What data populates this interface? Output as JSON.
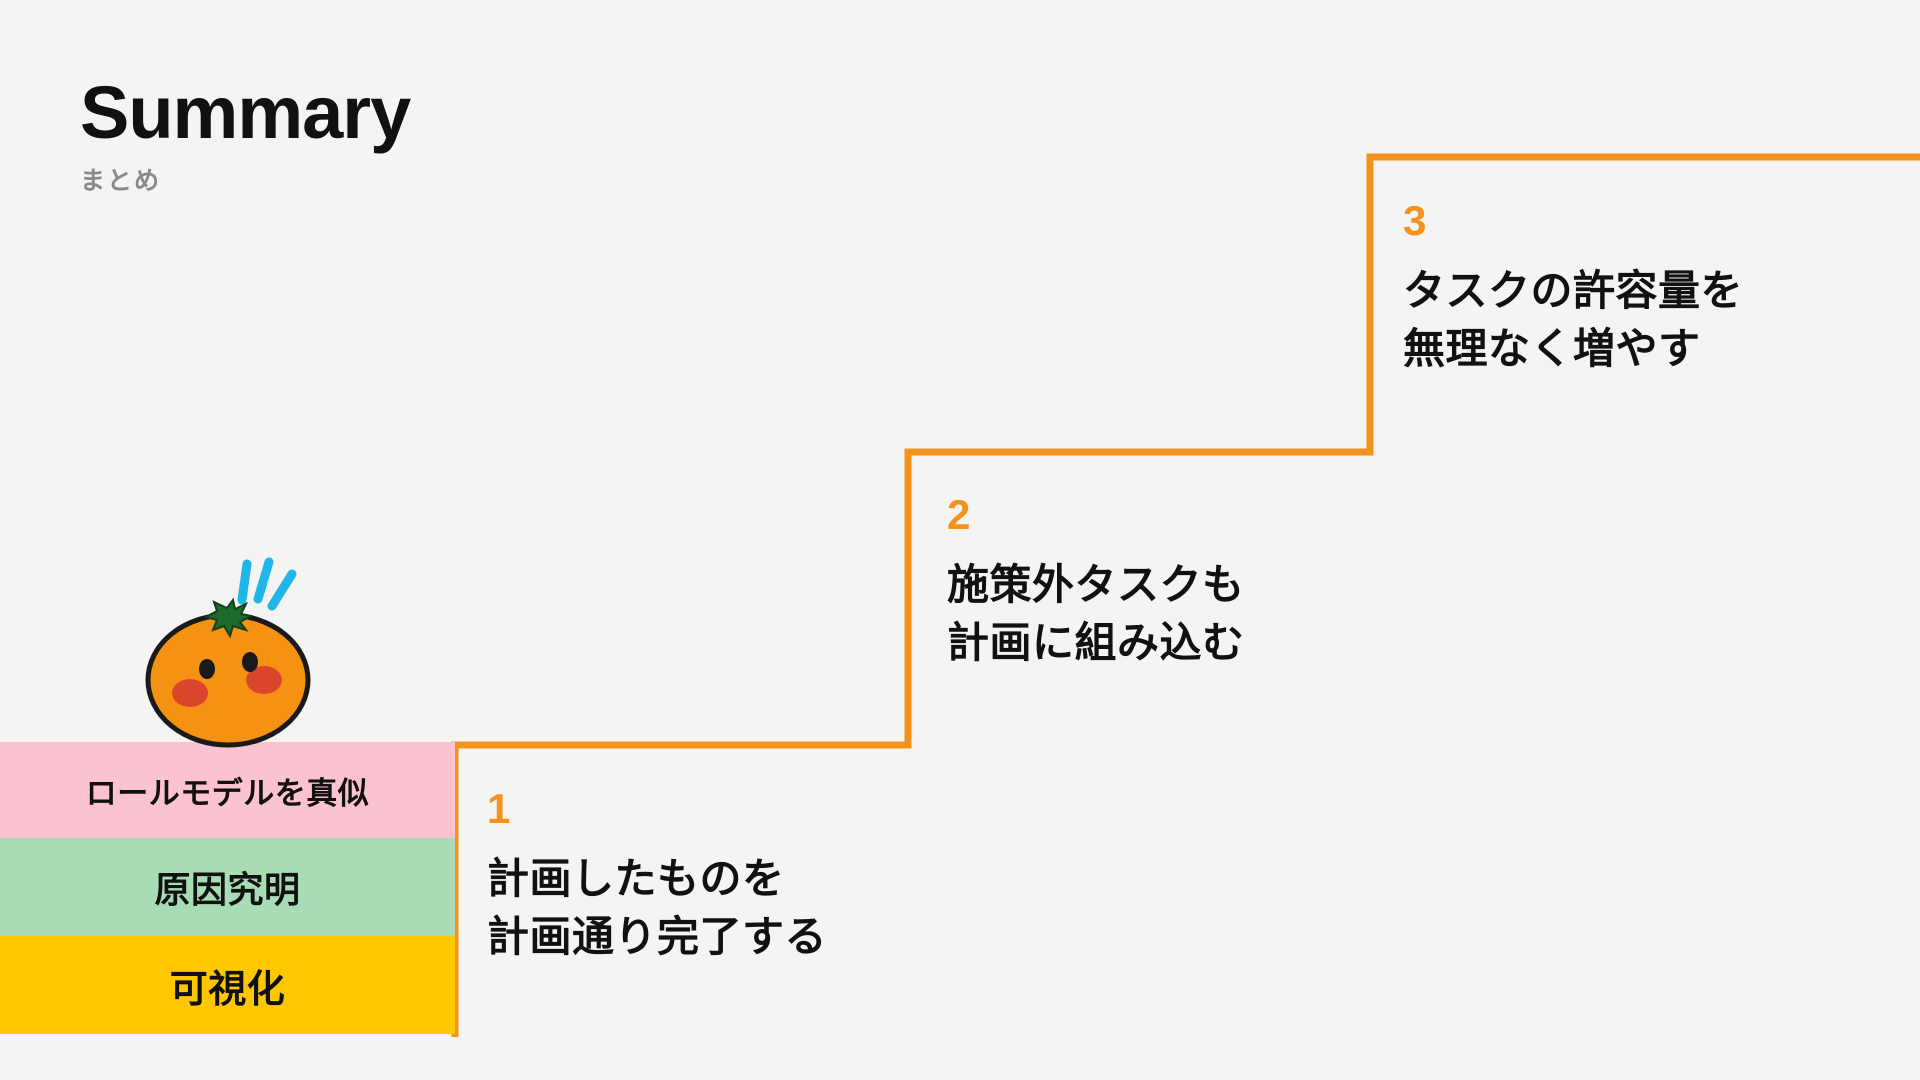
{
  "header": {
    "title": "Summary",
    "subtitle": "まとめ"
  },
  "colors": {
    "background": "#f4f4f3",
    "accent_orange": "#f5921e",
    "title_black": "#111111",
    "subtitle_gray": "#8a8a8a",
    "bar_pink": "#fbc3d0",
    "bar_green": "#a8dcb4",
    "bar_yellow": "#ffc700",
    "mascot_orange": "#f59212",
    "mascot_outline": "#1a1a1a",
    "mascot_cheek": "#d9462c",
    "mascot_stem": "#1d6b2b",
    "sparkle_cyan": "#22b5e8"
  },
  "steps": [
    {
      "number": "1",
      "text": "計画したものを\n計画通り完了する"
    },
    {
      "number": "2",
      "text": "施策外タスクも\n計画に組み込む"
    },
    {
      "number": "3",
      "text": "タスクの許容量を\n無理なく増やす"
    }
  ],
  "bars": [
    {
      "label": "ロールモデルを真似"
    },
    {
      "label": "原因究明"
    },
    {
      "label": "可視化"
    }
  ],
  "mascot": {
    "name": "orange-mascot",
    "expression": "surprised"
  }
}
